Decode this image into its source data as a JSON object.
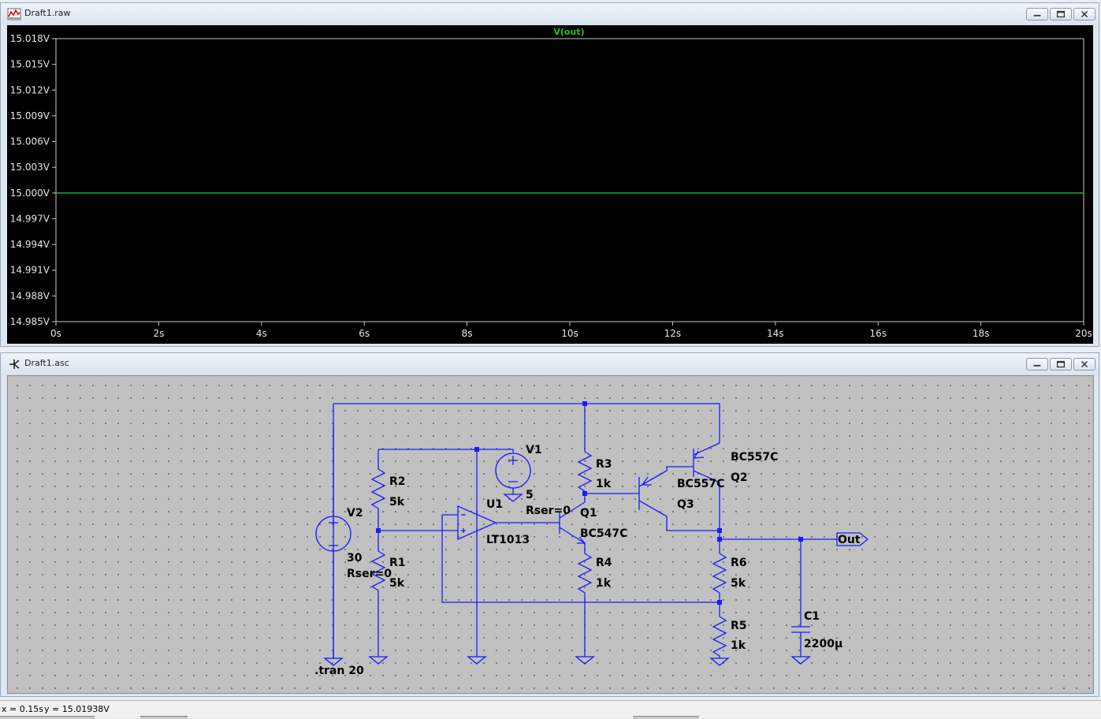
{
  "waveform_window": {
    "title": "Draft1.raw",
    "trace_label": "V(out)",
    "trace_color": "#22c322"
  },
  "schematic_window": {
    "title": "Draft1.asc",
    "wire_color": "#1a1aff",
    "labels": {
      "V1": "V1",
      "V1_value": "5",
      "V1_rser": "Rser=0",
      "V2": "V2",
      "V2_value": "30",
      "V2_rser": "Rser=0",
      "R1": "R1",
      "R1_value": "5k",
      "R2": "R2",
      "R2_value": "5k",
      "R3": "R3",
      "R3_value": "1k",
      "R4": "R4",
      "R4_value": "1k",
      "R5": "R5",
      "R5_value": "1k",
      "R6": "R6",
      "R6_value": "5k",
      "C1": "C1",
      "C1_value": "2200µ",
      "U1": "U1",
      "U1_model": "LT1013",
      "Q1": "Q1",
      "Q1_model": "BC547C",
      "Q2": "Q2",
      "Q2_model": "BC557C",
      "Q3": "Q3",
      "Q3_model": "BC557C",
      "out_port": "Out",
      "directive": ".tran 20"
    }
  },
  "status": {
    "x_readout": "x = 0.15s",
    "y_readout": "y = 15.01938V"
  },
  "chart_data": {
    "type": "line",
    "title": "V(out)",
    "xlabel": "",
    "ylabel": "",
    "x_ticks": [
      "0s",
      "2s",
      "4s",
      "6s",
      "8s",
      "10s",
      "12s",
      "14s",
      "16s",
      "18s",
      "20s"
    ],
    "y_ticks": [
      "15.018V",
      "15.015V",
      "15.012V",
      "15.009V",
      "15.006V",
      "15.003V",
      "15.000V",
      "14.997V",
      "14.994V",
      "14.991V",
      "14.988V",
      "14.985V"
    ],
    "xlim": [
      0,
      20
    ],
    "ylim": [
      14.985,
      15.018
    ],
    "grid": false,
    "series": [
      {
        "name": "V(out)",
        "x": [
          0,
          20
        ],
        "y": [
          15.0,
          15.0
        ]
      }
    ]
  }
}
